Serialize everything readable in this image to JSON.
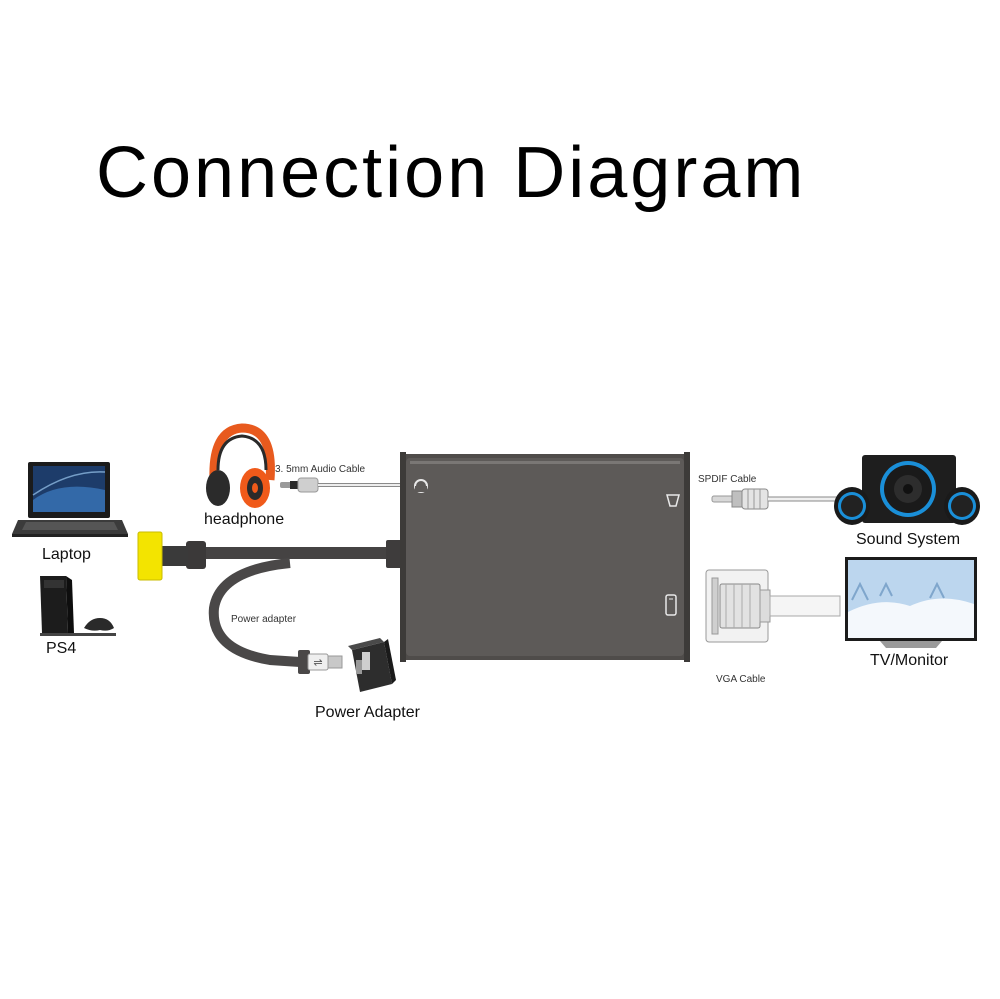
{
  "title": "Connection Diagram",
  "devices": {
    "laptop": "Laptop",
    "ps4": "PS4",
    "headphone": "headphone",
    "power_adapter": "Power Adapter",
    "sound_system": "Sound System",
    "tv_monitor": "TV/Monitor"
  },
  "cables": {
    "audio": "3. 5mm Audio Cable",
    "power": "Power adapter",
    "spdif": "SPDIF  Cable",
    "vga": "VGA   Cable"
  },
  "colors": {
    "converter_body": "#5d5a58",
    "cable": "#4a4848",
    "hdmi_plug": "#f3e400",
    "headphone_accent": "#f05a1a",
    "speaker_ring": "#1a8fd8"
  }
}
